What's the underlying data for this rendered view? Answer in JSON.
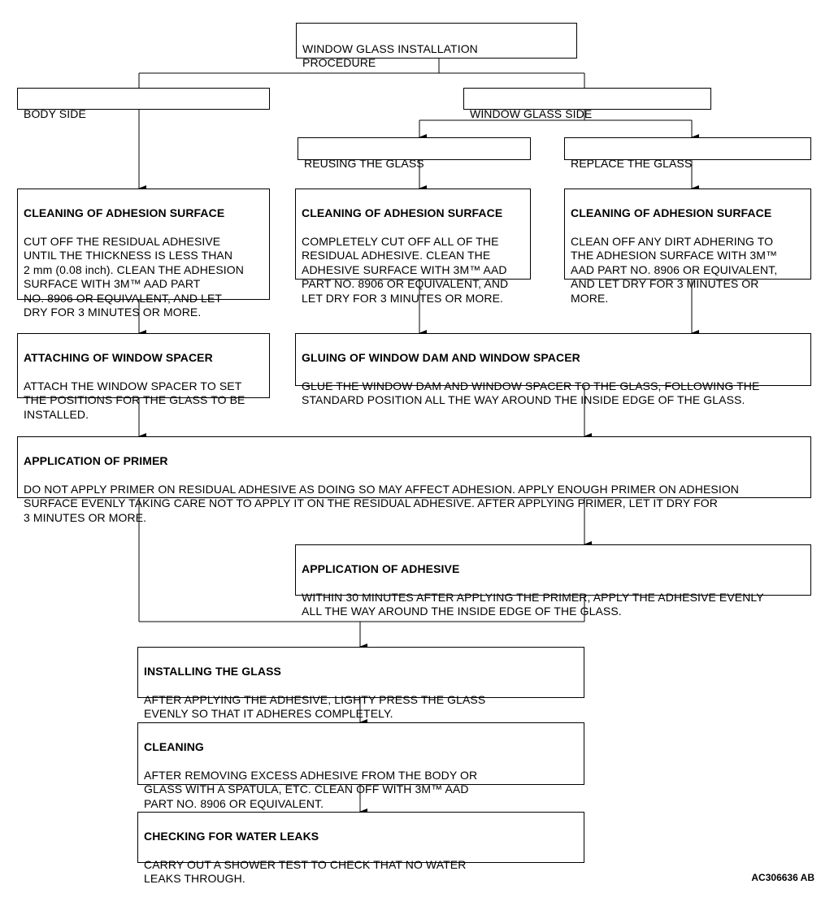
{
  "boxes": {
    "top": {
      "text": "WINDOW GLASS INSTALLATION\nPROCEDURE"
    },
    "body_side": {
      "text": "BODY SIDE"
    },
    "glass_side": {
      "text": "WINDOW GLASS SIDE"
    },
    "reusing": {
      "text": "REUSING THE GLASS"
    },
    "replace": {
      "text": "REPLACE  THE GLASS"
    },
    "clean_body": {
      "title": "CLEANING OF ADHESION SURFACE",
      "body": "CUT OFF THE RESIDUAL ADHESIVE\nUNTIL THE THICKNESS IS LESS THAN\n2 mm (0.08 inch). CLEAN THE ADHESION\nSURFACE WITH 3M™ AAD PART\nNO. 8906 OR EQUIVALENT, AND LET\nDRY FOR 3 MINUTES OR MORE."
    },
    "clean_reuse": {
      "title": "CLEANING OF ADHESION SURFACE",
      "body": "COMPLETELY CUT OFF ALL OF THE\nRESIDUAL ADHESIVE. CLEAN THE\nADHESIVE SURFACE WITH 3M™ AAD\nPART NO. 8906 OR EQUIVALENT, AND\nLET DRY FOR 3 MINUTES OR MORE."
    },
    "clean_replace": {
      "title": "CLEANING OF ADHESION SURFACE",
      "body": "CLEAN OFF ANY DIRT ADHERING TO\nTHE ADHESION SURFACE WITH 3M™\nAAD PART NO. 8906 OR EQUIVALENT,\nAND LET DRY FOR 3 MINUTES OR\nMORE."
    },
    "spacer": {
      "title": "ATTACHING OF WINDOW SPACER",
      "body": "ATTACH THE WINDOW SPACER TO SET\nTHE POSITIONS FOR THE GLASS TO BE\nINSTALLED."
    },
    "gluing": {
      "title": "GLUING OF WINDOW DAM AND WINDOW SPACER",
      "body": "GLUE THE WINDOW DAM AND WINDOW SPACER TO THE GLASS, FOLLOWING THE\nSTANDARD POSITION ALL THE WAY AROUND THE INSIDE EDGE OF THE GLASS."
    },
    "primer": {
      "title": "APPLICATION OF PRIMER",
      "body": "DO NOT APPLY PRIMER ON RESIDUAL ADHESIVE AS DOING SO MAY AFFECT ADHESION. APPLY ENOUGH PRIMER ON ADHESION\nSURFACE EVENLY TAKING CARE NOT TO APPLY IT ON THE RESIDUAL ADHESIVE. AFTER APPLYING PRIMER, LET IT DRY FOR\n3 MINUTES OR MORE."
    },
    "adhesive": {
      "title": "APPLICATION OF ADHESIVE",
      "body": "WITHIN 30 MINUTES AFTER APPLYING THE PRIMER, APPLY THE ADHESIVE EVENLY\nALL THE WAY AROUND THE INSIDE EDGE OF THE GLASS."
    },
    "installing": {
      "title": "INSTALLING THE GLASS",
      "body": "AFTER APPLYING THE ADHESIVE, LIGHTY  PRESS THE GLASS\nEVENLY SO THAT IT ADHERES COMPLETELY."
    },
    "cleaning": {
      "title": "CLEANING",
      "body": "AFTER REMOVING EXCESS ADHESIVE FROM THE BODY OR\nGLASS WITH A SPATULA, ETC. CLEAN OFF  WITH 3M™ AAD\nPART NO. 8906 OR EQUIVALENT."
    },
    "water": {
      "title": "CHECKING FOR WATER  LEAKS",
      "body": "CARRY OUT A SHOWER TEST TO CHECK THAT NO WATER\nLEAKS THROUGH."
    }
  },
  "figure_code": "AC306636 AB"
}
